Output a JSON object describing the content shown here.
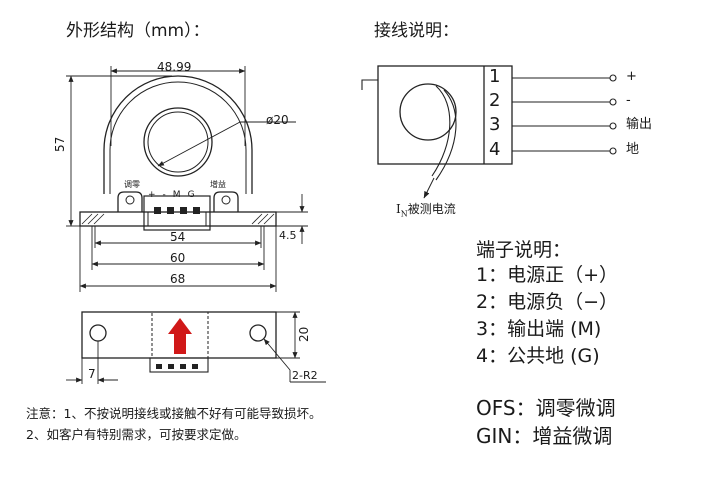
{
  "headings": {
    "outline": "外形结构（mm）：",
    "wiring": "接线说明："
  },
  "outline_drawing": {
    "dim_top_width": "48.99",
    "dim_hole_dia": "ø20",
    "dim_height": "57",
    "label_ofs": "调零",
    "label_gin": "增益",
    "pin_marks": [
      "+",
      "-",
      "M",
      "G"
    ],
    "dim_pin_span": "54",
    "dim_base_height": "4.5",
    "dim_mid_width": "60",
    "dim_total_width": "68"
  },
  "bottom_view": {
    "dim_side": "20",
    "dim_slot_offset": "7",
    "slot_callout": "2-R2",
    "arrow_color": "#d01818"
  },
  "wiring_diagram": {
    "pin_numbers": [
      "1",
      "2",
      "3",
      "4"
    ],
    "pin_functions": [
      "+",
      "-",
      "输出",
      "地"
    ],
    "current_label_prefix": "I",
    "current_label_sub": "N",
    "current_label_text": "被测电流"
  },
  "terminal_legend": {
    "title": "端子说明：",
    "items": [
      "1：电源正（+）",
      "2：电源负（−）",
      "3：输出端 (M)",
      "4：公共地 (G)"
    ]
  },
  "trim_legend": {
    "items": [
      "OFS：调零微调",
      "GIN：增益微调"
    ]
  },
  "notes": {
    "lines": [
      "注意：1、不按说明接线或接触不好有可能导致损坏。",
      "2、如客户有特别需求，可按要求定做。"
    ]
  }
}
